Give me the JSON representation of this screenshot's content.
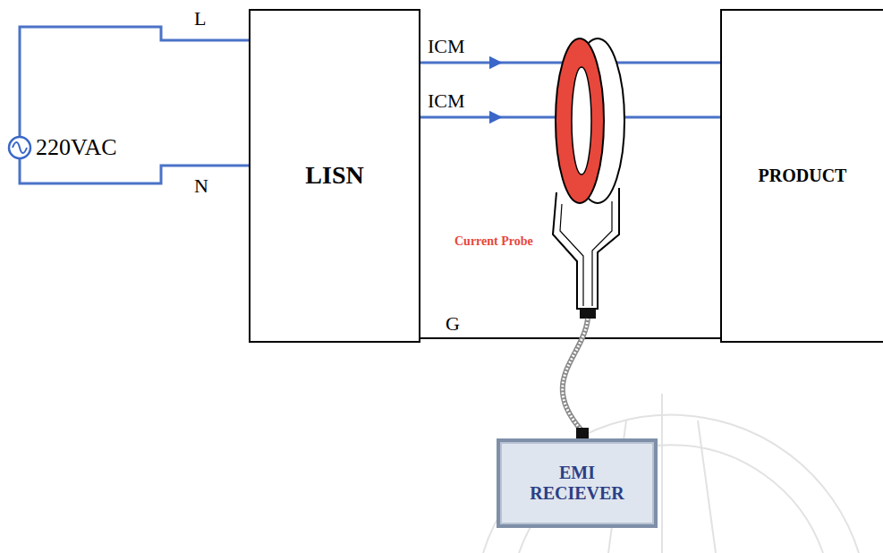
{
  "diagram": {
    "nodes": [
      {
        "text": [
          "LISN"
        ]
      },
      {
        "text": [
          "PRODUCT"
        ]
      },
      {
        "text": [
          "EMI RECIEVER"
        ]
      }
    ],
    "edges": [
      {
        "from": 0,
        "to": 1,
        "label": "ICM",
        "arrow": "to"
      },
      {
        "from": 0,
        "to": 1,
        "label": "ICM",
        "arrow": "to"
      },
      {
        "from": 0,
        "to": 1,
        "label": "G",
        "arrow": "none"
      }
    ],
    "labels": [
      "220VAC",
      "L",
      "N",
      "Current Probe"
    ]
  }
}
